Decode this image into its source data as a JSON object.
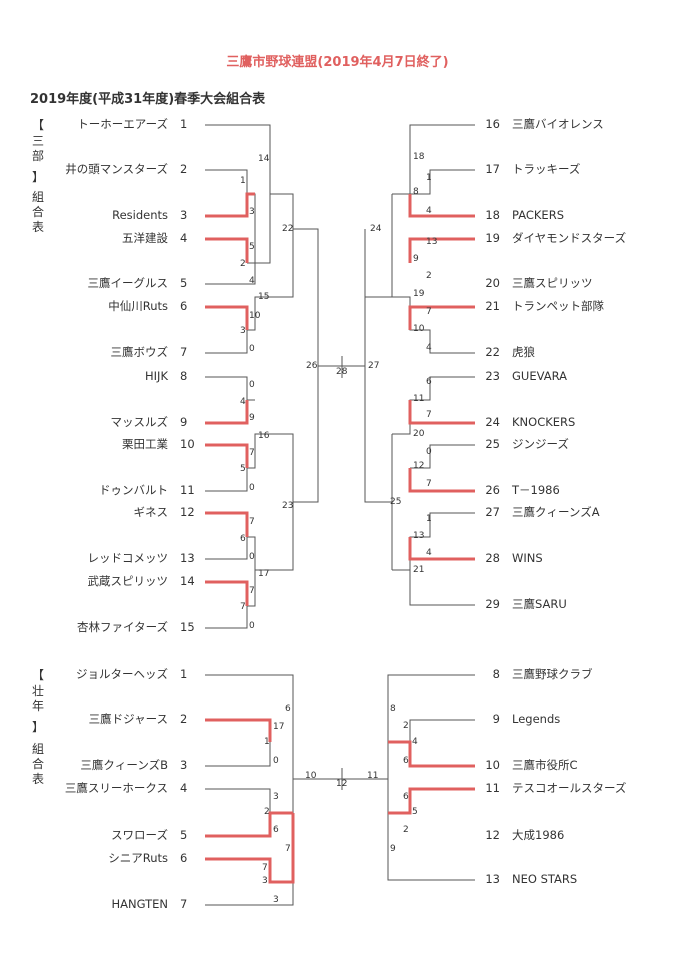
{
  "title": "三鷹市野球連盟(2019年4月7日終了)",
  "subtitle": "2019年度(平成31年度)春季大会組合表",
  "division1": {
    "label_bracket_open": "【",
    "label_top": "三\n部",
    "label_bracket_close": "】",
    "label_bottom": "組\n合\n表",
    "left_teams": [
      {
        "name": "トーホーエアーズ",
        "no": "1"
      },
      {
        "name": "井の頭マンスターズ",
        "no": "2"
      },
      {
        "name": "Residents",
        "no": "3"
      },
      {
        "name": "五洋建設",
        "no": "4"
      },
      {
        "name": "三鷹イーグルス",
        "no": "5"
      },
      {
        "name": "中仙川Ruts",
        "no": "6"
      },
      {
        "name": "三鷹ボウズ",
        "no": "7"
      },
      {
        "name": "HIJK",
        "no": "8"
      },
      {
        "name": "マッスルズ",
        "no": "9"
      },
      {
        "name": "栗田工業",
        "no": "10"
      },
      {
        "name": "ドゥンバルト",
        "no": "11"
      },
      {
        "name": "ギネス",
        "no": "12"
      },
      {
        "name": "レッドコメッツ",
        "no": "13"
      },
      {
        "name": "武蔵スピリッツ",
        "no": "14"
      },
      {
        "name": "杏林ファイターズ",
        "no": "15"
      }
    ],
    "right_teams": [
      {
        "name": "三鷹バイオレンス",
        "no": "16"
      },
      {
        "name": "トラッキーズ",
        "no": "17"
      },
      {
        "name": "PACKERS",
        "no": "18"
      },
      {
        "name": "ダイヤモンドスターズ",
        "no": "19"
      },
      {
        "name": "三鷹スピリッツ",
        "no": "20"
      },
      {
        "name": "トランペット部隊",
        "no": "21"
      },
      {
        "name": "虎狼",
        "no": "22"
      },
      {
        "name": "GUEVARA",
        "no": "23"
      },
      {
        "name": "KNOCKERS",
        "no": "24"
      },
      {
        "name": "ジンジーズ",
        "no": "25"
      },
      {
        "name": "T－1986",
        "no": "26"
      },
      {
        "name": "三鷹クィーンズA",
        "no": "27"
      },
      {
        "name": "WINS",
        "no": "28"
      },
      {
        "name": "三鷹SARU",
        "no": "29"
      }
    ],
    "scores_left": [
      "14",
      "1",
      "3",
      "5",
      "2",
      "4",
      "15",
      "10",
      "3",
      "0",
      "22",
      "0",
      "4",
      "9",
      "16",
      "7",
      "5",
      "0",
      "23",
      "7",
      "6",
      "0",
      "17",
      "7",
      "7",
      "0",
      "26"
    ],
    "scores_right": [
      "18",
      "1",
      "8",
      "4",
      "24",
      "13",
      "9",
      "2",
      "19",
      "7",
      "10",
      "4",
      "6",
      "11",
      "7",
      "20",
      "0",
      "12",
      "7",
      "25",
      "1",
      "13",
      "4",
      "21",
      "27"
    ],
    "final_game_no": "28"
  },
  "division2": {
    "label_bracket_open": "【",
    "label_top": "壮\n年",
    "label_bracket_close": "】",
    "label_bottom": "組\n合\n表",
    "left_teams": [
      {
        "name": "ジョルターヘッズ",
        "no": "1"
      },
      {
        "name": "三鷹ドジャース",
        "no": "2"
      },
      {
        "name": "三鷹クィーンズB",
        "no": "3"
      },
      {
        "name": "三鷹スリーホークス",
        "no": "4"
      },
      {
        "name": "スワローズ",
        "no": "5"
      },
      {
        "name": "シニアRuts",
        "no": "6"
      },
      {
        "name": "HANGTEN",
        "no": "7"
      }
    ],
    "right_teams": [
      {
        "name": "三鷹野球クラブ",
        "no": "8"
      },
      {
        "name": "Legends",
        "no": "9"
      },
      {
        "name": "三鷹市役所C",
        "no": "10"
      },
      {
        "name": "テスコオールスターズ",
        "no": "11"
      },
      {
        "name": "大成1986",
        "no": "12"
      },
      {
        "name": "NEO STARS",
        "no": "13"
      }
    ],
    "scores_left": [
      "6",
      "17",
      "1",
      "0",
      "3",
      "2",
      "6",
      "7",
      "7",
      "3",
      "3",
      "10"
    ],
    "scores_right": [
      "8",
      "2",
      "4",
      "6",
      "6",
      "5",
      "2",
      "9",
      "11"
    ],
    "final_game_no": "12"
  }
}
